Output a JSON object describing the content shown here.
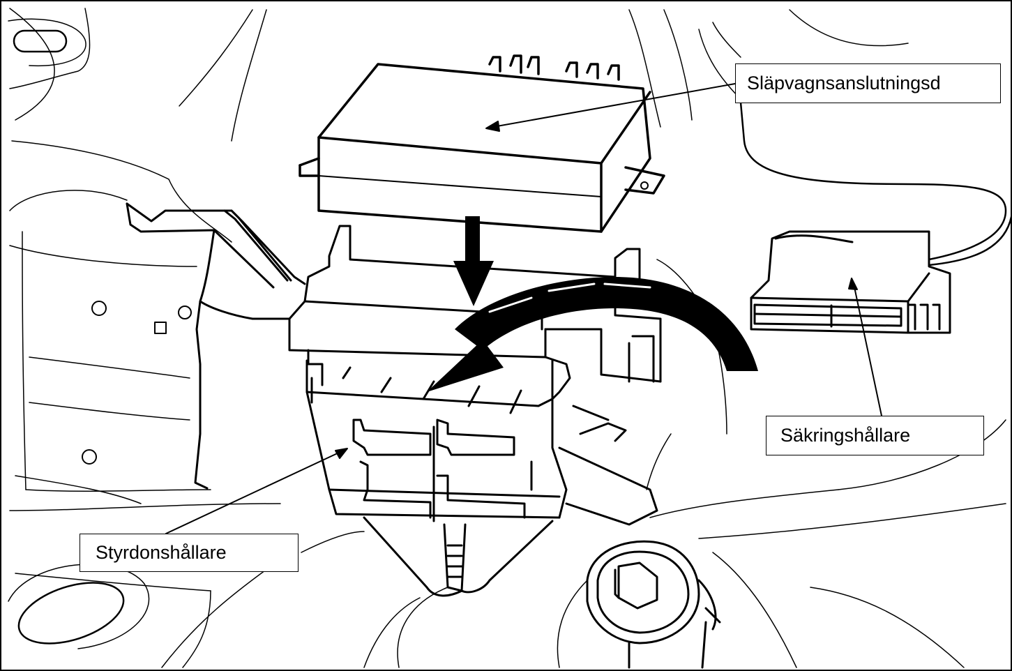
{
  "labels": {
    "trailer_module": "Släpvagnsanslutningsd",
    "fuse_holder": "Säkringshållare",
    "control_unit_holder": "Styrdonshållare"
  },
  "colors": {
    "line": "#000000",
    "background": "#ffffff"
  }
}
